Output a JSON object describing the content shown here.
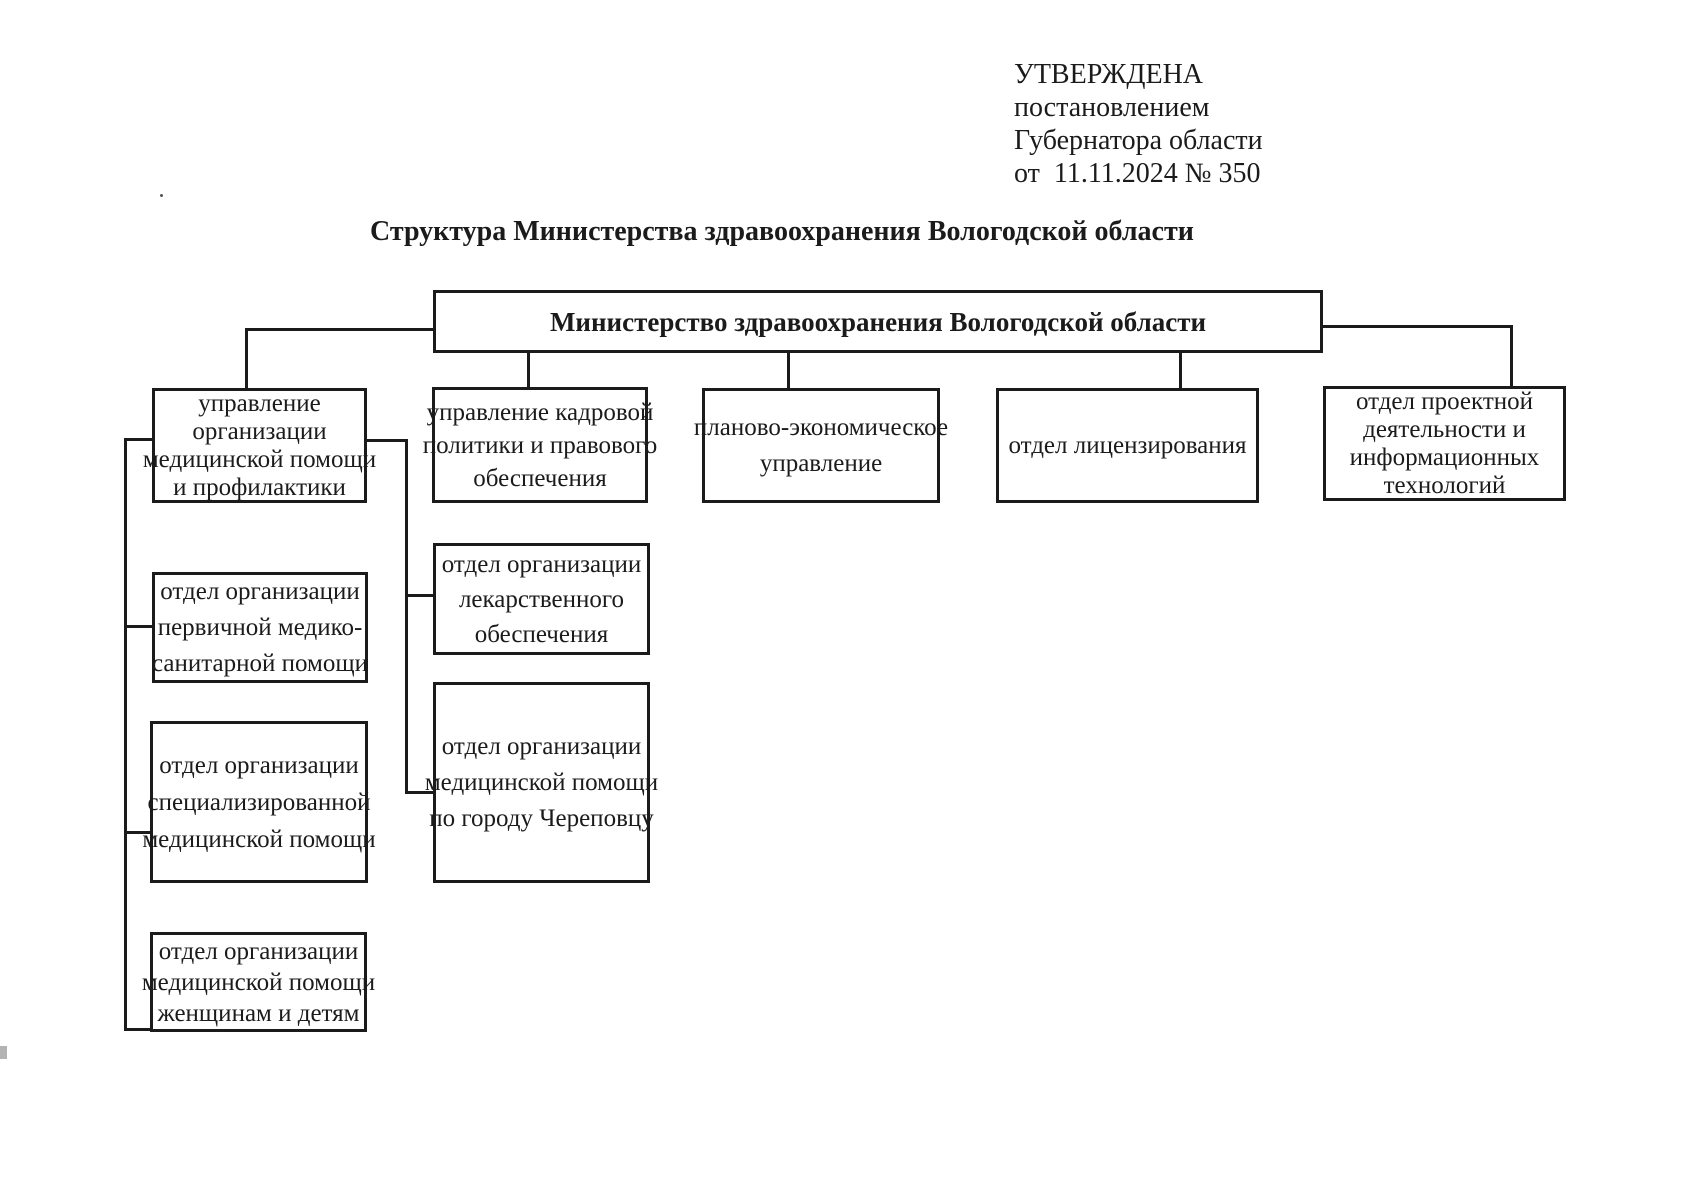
{
  "colors": {
    "ink": "#1b1b1b",
    "paper": "#ffffff"
  },
  "approval": {
    "lines": [
      "УТВЕРЖДЕНА",
      "постановлением",
      "Губернатора области",
      "от  11.11.2024 № 350"
    ]
  },
  "title": "Структура Министерства здравоохранения Вологодской области",
  "org": {
    "root": {
      "label": "Министерство здравоохранения Вологодской области",
      "lines": [
        "Министерство здравоохранения Вологодской области"
      ]
    },
    "departments": [
      {
        "label": "управление организации медицинской помощи и профилактики",
        "lines": [
          "управление",
          "организации",
          "медицинской помощи",
          "и профилактики"
        ]
      },
      {
        "label": "управление кадровой политики и правового обеспечения",
        "lines": [
          "управление кадровой",
          "политики и правового",
          "обеспечения"
        ]
      },
      {
        "label": "планово-экономическое управление",
        "lines": [
          "планово-экономическое",
          "управление"
        ]
      },
      {
        "label": "отдел лицензирования",
        "lines": [
          "отдел лицензирования"
        ]
      },
      {
        "label": "отдел проектной деятельности и информационных технологий",
        "lines": [
          "отдел проектной",
          "деятельности и",
          "информационных",
          "технологий"
        ]
      }
    ],
    "left_children": [
      {
        "label": "отдел организации первичной медико-санитарной помощи",
        "lines": [
          "отдел организации",
          "первичной медико-",
          "санитарной помощи"
        ]
      },
      {
        "label": "отдел организации специализированной медицинской помощи",
        "lines": [
          "отдел организации",
          "специализированной",
          "медицинской помощи"
        ]
      },
      {
        "label": "отдел организации медицинской помощи женщинам и детям",
        "lines": [
          "отдел организации",
          "медицинской помощи",
          "женщинам и детям"
        ]
      }
    ],
    "right_children": [
      {
        "label": "отдел организации лекарственного обеспечения",
        "lines": [
          "отдел организации",
          "лекарственного",
          "обеспечения"
        ]
      },
      {
        "label": "отдел организации медицинской помощи по городу Череповцу",
        "lines": [
          "отдел организации",
          "медицинской помощи",
          "по городу Череповцу"
        ]
      }
    ]
  }
}
